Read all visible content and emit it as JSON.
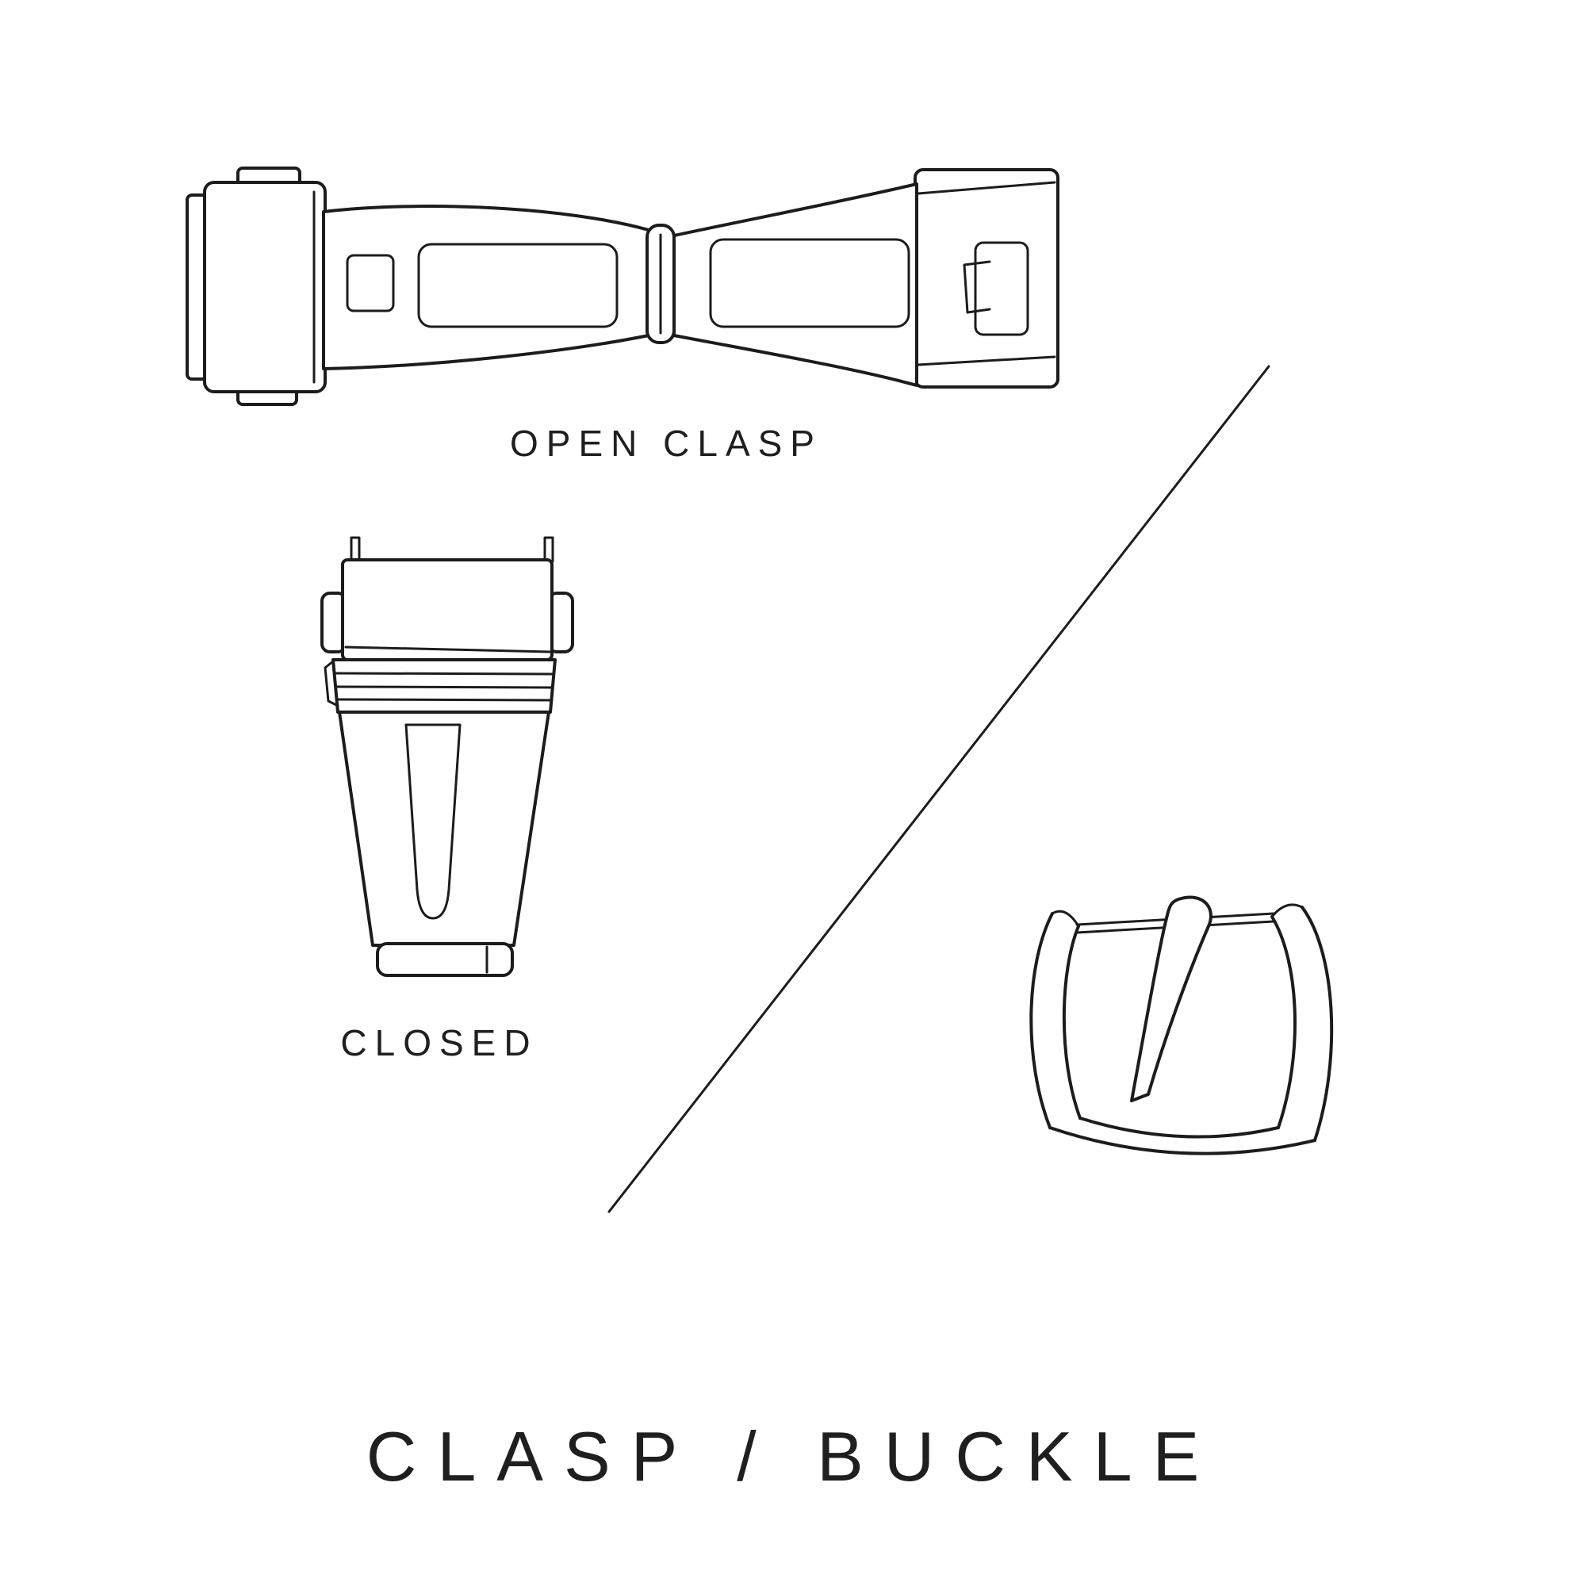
{
  "palette": {
    "background": "#ffffff",
    "line": "#1c1c1c",
    "text": "#1f1f1f"
  },
  "labels": {
    "open_clasp": "OPEN CLASP",
    "closed": "CLOSED",
    "title": "CLASP / BUCKLE"
  }
}
